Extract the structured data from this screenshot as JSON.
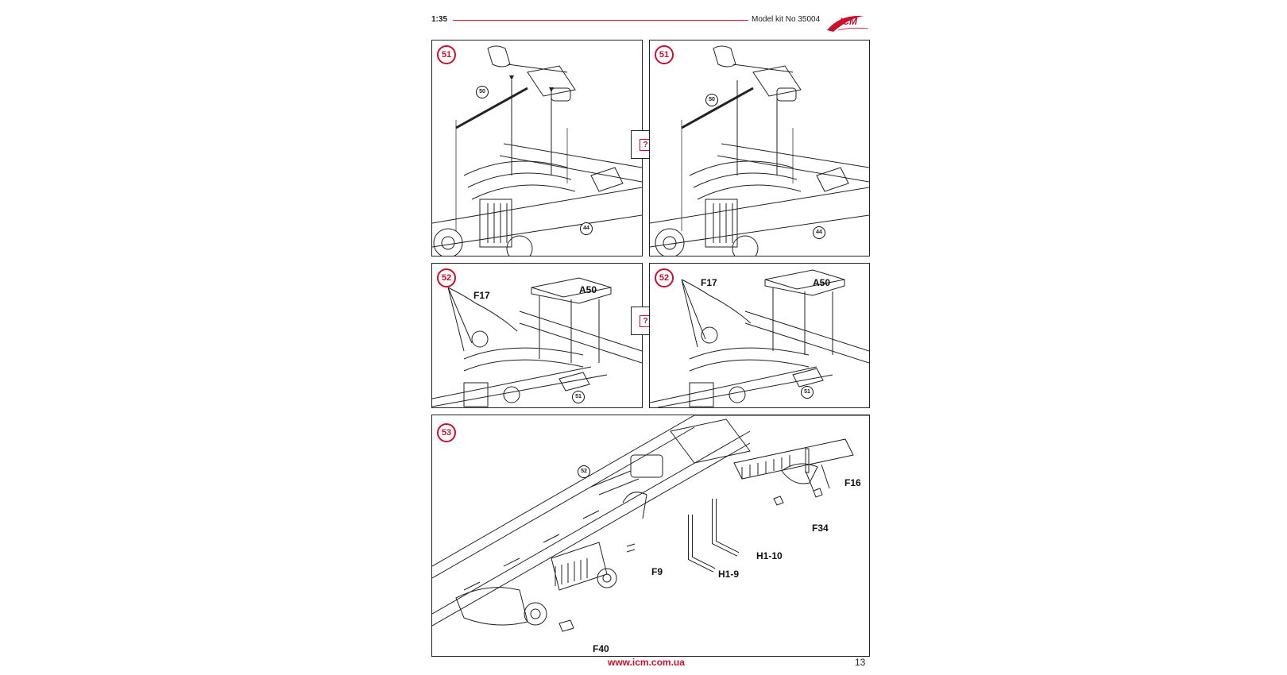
{
  "header": {
    "scale": "1:35",
    "model": "Model kit No 35004"
  },
  "logo": {
    "brand": "ICM"
  },
  "steps": {
    "s51": {
      "number": "51",
      "ref50": "50",
      "ref44": "44"
    },
    "s52": {
      "number": "52",
      "f17": "F17",
      "a50": "A50",
      "ref51": "51"
    },
    "s53": {
      "number": "53",
      "ref52": "52",
      "f16": "F16",
      "f34": "F34",
      "h110": "H1-10",
      "h19": "H1-9",
      "f9": "F9",
      "f40": "F40"
    }
  },
  "option_icon": "?",
  "footer": {
    "url": "www.icm.com.ua",
    "page": "13"
  },
  "colors": {
    "accent": "#c8102e",
    "line": "#222222"
  }
}
